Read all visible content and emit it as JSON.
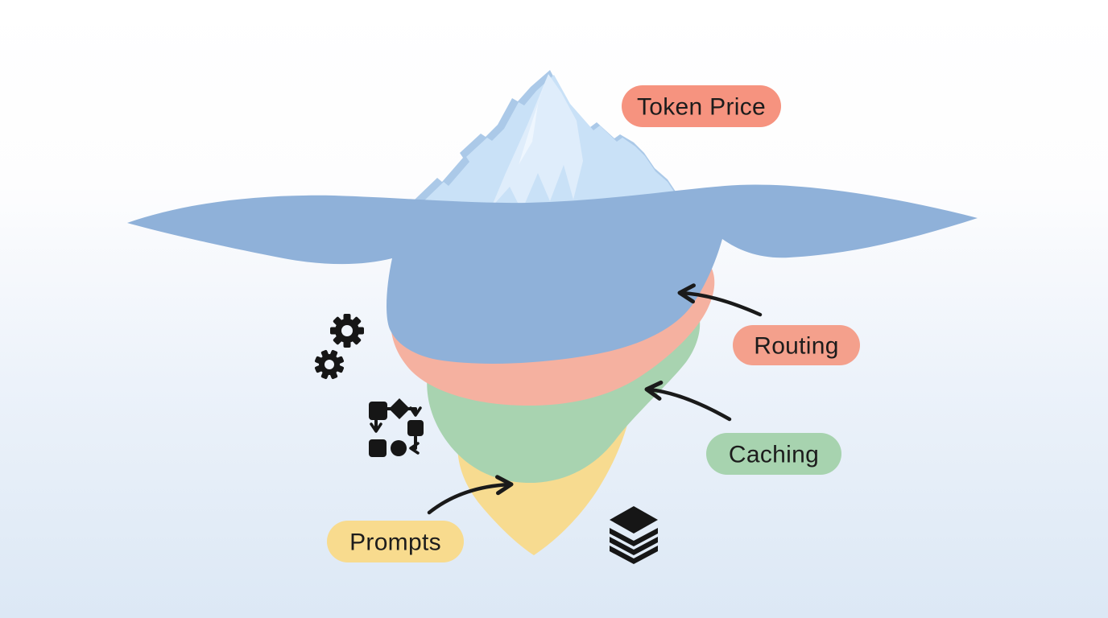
{
  "badges": {
    "token_price": {
      "text": "Token Price",
      "color": "#f6937f"
    },
    "routing": {
      "text": "Routing",
      "color": "#f4a08c"
    },
    "caching": {
      "text": "Caching",
      "color": "#a7d3af"
    },
    "prompts": {
      "text": "Prompts",
      "color": "#f8db8e"
    }
  },
  "shapes": {
    "background_top": "#ffffff",
    "background_bottom": "#dce8f5",
    "water": "#8fb1d9",
    "iceberg_tip": "#c9e1f7",
    "iceberg_tip_shade": "#abc9e8",
    "iceberg_tip_facet": "#dfedfb",
    "iceberg_tip_highlight": "#eef6fe",
    "layer_routing": "#f5b1a0",
    "layer_caching": "#a8d3b0",
    "layer_prompts": "#f7db90",
    "arrow": "#1a1a1a",
    "icon": "#161616",
    "icon_hole": "#eff4fb"
  },
  "icons": {
    "gears": "gears-icon",
    "flowchart": "flowchart-icon",
    "layers": "layers-icon"
  }
}
